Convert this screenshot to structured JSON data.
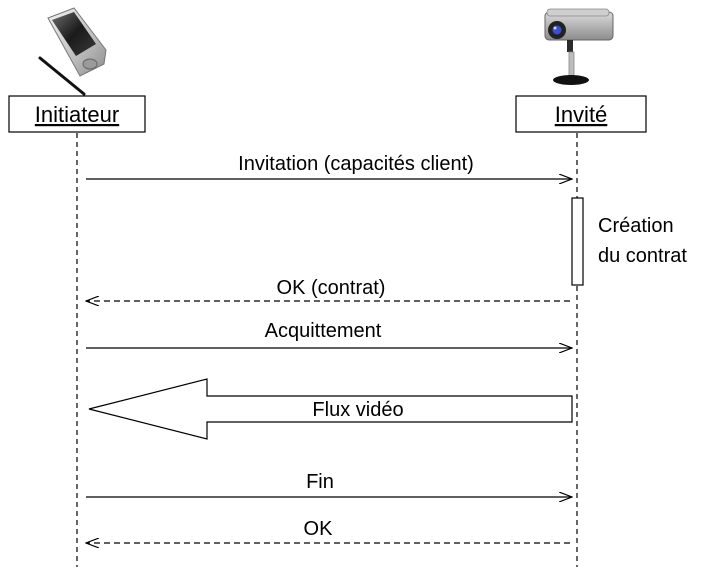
{
  "participants": {
    "initiator": {
      "label": "Initiateur",
      "icon": "pda-icon"
    },
    "guest": {
      "label": "Invité",
      "icon": "webcam-icon"
    }
  },
  "activation": {
    "label_line1": "Création",
    "label_line2": "du contrat"
  },
  "messages": [
    {
      "label": "Invitation (capacités client)",
      "from": "initiator",
      "to": "guest",
      "style": "solid"
    },
    {
      "label": "OK (contrat)",
      "from": "guest",
      "to": "initiator",
      "style": "dashed"
    },
    {
      "label": "Acquittement",
      "from": "initiator",
      "to": "guest",
      "style": "solid"
    },
    {
      "label": "Flux vidéo",
      "from": "guest",
      "to": "initiator",
      "style": "block-arrow"
    },
    {
      "label": "Fin",
      "from": "initiator",
      "to": "guest",
      "style": "solid"
    },
    {
      "label": "OK",
      "from": "guest",
      "to": "initiator",
      "style": "dashed"
    }
  ],
  "colors": {
    "line": "#000000",
    "background": "#ffffff"
  }
}
